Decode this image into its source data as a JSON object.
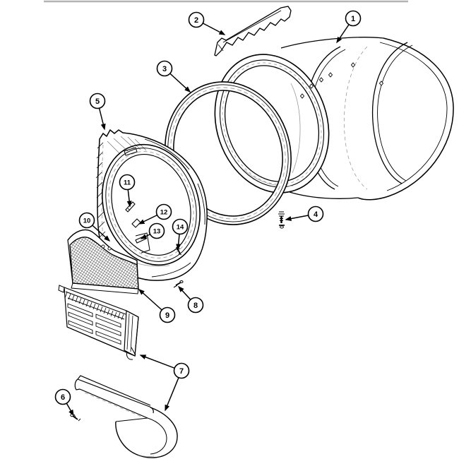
{
  "figure": {
    "type": "exploded-parts-diagram",
    "background": "#ffffff",
    "ink": "#000000",
    "accent_gray": "#9a9a9a",
    "scan_line_color": "#b3b3b3",
    "callouts": [
      {
        "label": "1",
        "part": "drum-cylinder"
      },
      {
        "label": "2",
        "part": "baffle"
      },
      {
        "label": "3",
        "part": "front-felt-seal"
      },
      {
        "label": "4",
        "part": "screw"
      },
      {
        "label": "5",
        "part": "front-bulkhead"
      },
      {
        "label": "6",
        "part": "screw"
      },
      {
        "label": "7",
        "part": "air-duct-assembly"
      },
      {
        "label": "8",
        "part": "screw"
      },
      {
        "label": "9",
        "part": "lint-filter-screen"
      },
      {
        "label": "10",
        "part": "seal"
      },
      {
        "label": "11",
        "part": "clip"
      },
      {
        "label": "12",
        "part": "pad"
      },
      {
        "label": "13",
        "part": "seal-strip"
      },
      {
        "label": "14",
        "part": "screw"
      }
    ]
  }
}
